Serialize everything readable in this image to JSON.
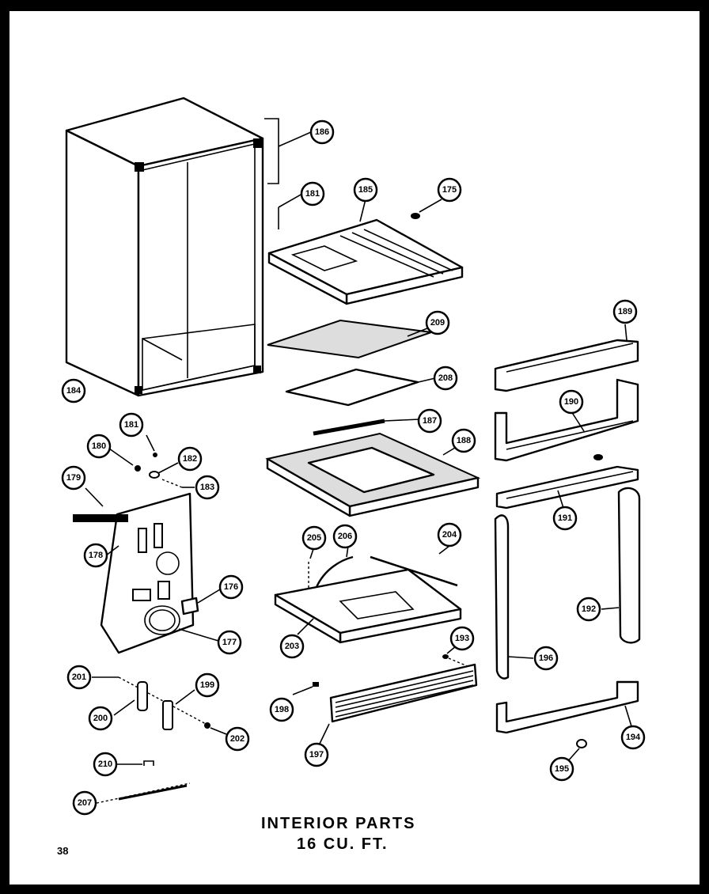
{
  "title": {
    "line1": "INTERIOR  PARTS",
    "line2": "16 CU. FT."
  },
  "page_number": "38",
  "callouts": {
    "c186": "186",
    "c181a": "181",
    "c185": "185",
    "c175": "175",
    "c209": "209",
    "c208": "208",
    "c187": "187",
    "c188": "188",
    "c184": "184",
    "c181b": "181",
    "c180": "180",
    "c182": "182",
    "c183": "183",
    "c179": "179",
    "c178": "178",
    "c176": "176",
    "c177": "177",
    "c205": "205",
    "c206": "206",
    "c204": "204",
    "c203": "203",
    "c193": "193",
    "c198a": "198",
    "c197": "197",
    "c201": "201",
    "c200": "200",
    "c199": "199",
    "c202": "202",
    "c210": "210",
    "c207": "207",
    "c189": "189",
    "c190": "190",
    "c191": "191",
    "c192": "192",
    "c196": "196",
    "c194": "194",
    "c195": "195"
  }
}
